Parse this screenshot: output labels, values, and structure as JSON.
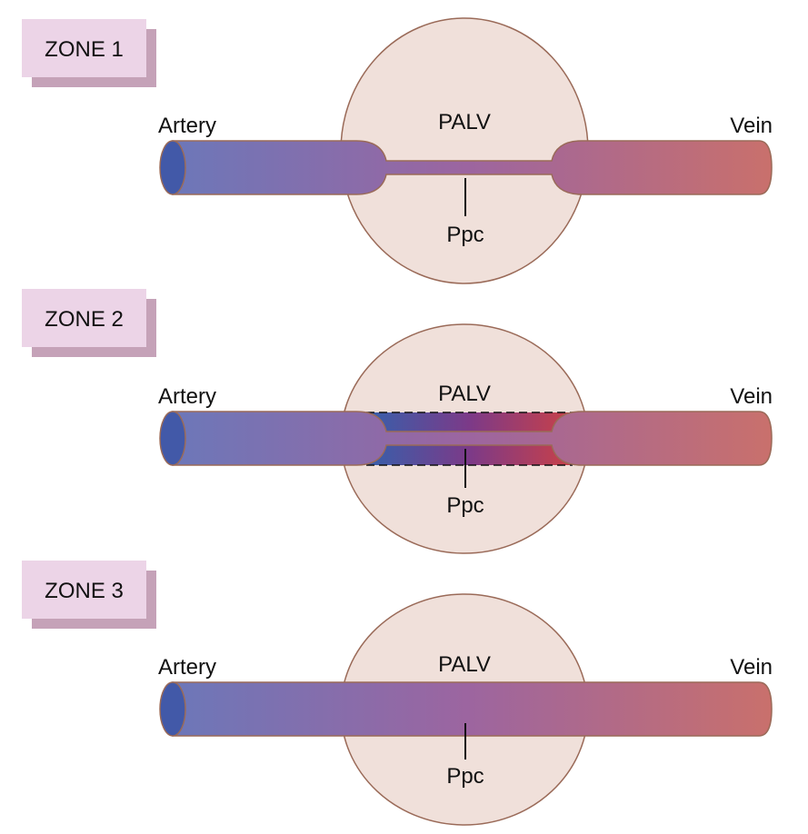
{
  "colors": {
    "zone_box": "#ecd4e7",
    "zone_shadow": "#c5a2b8",
    "alveolus_fill": "#f0e0da",
    "outline": "#9a6a58",
    "artery_end": "#4259a8",
    "artery": "#6a78ba",
    "mid": "#9c65a0",
    "vein": "#c9706c",
    "compress_blue": "#3d5ca8",
    "compress_purple": "#7c3a88",
    "compress_red": "#c2404e"
  },
  "zones": [
    {
      "label": "ZONE 1",
      "artery_label": "Artery",
      "vein_label": "Vein",
      "alveolus_label": "PALV",
      "capillary_label": "Ppc",
      "capillary_state": "collapsed"
    },
    {
      "label": "ZONE 2",
      "artery_label": "Artery",
      "vein_label": "Vein",
      "alveolus_label": "PALV",
      "capillary_label": "Ppc",
      "capillary_state": "partially-collapsed"
    },
    {
      "label": "ZONE 3",
      "artery_label": "Artery",
      "vein_label": "Vein",
      "alveolus_label": "PALV",
      "capillary_label": "Ppc",
      "capillary_state": "open"
    }
  ]
}
